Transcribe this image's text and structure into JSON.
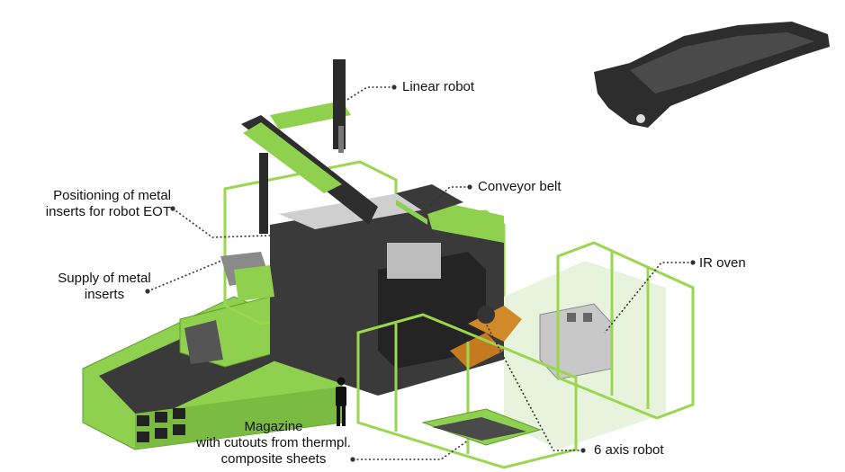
{
  "labels": {
    "linear_robot": "Linear robot",
    "conveyor_belt": "Conveyor belt",
    "positioning": [
      "Positioning of metal",
      "inserts for robot EOT"
    ],
    "supply": [
      "Supply of metal",
      "inserts"
    ],
    "ir_oven": "IR oven",
    "magazine": [
      "Magazine",
      "with cutouts from thermpl.",
      "composite sheets"
    ],
    "six_axis_robot": "6 axis robot"
  },
  "colors": {
    "machine_green": "#8fd14f",
    "machine_dark": "#2b2b2b",
    "guard_green": "#9ad64e",
    "leader": "#333333"
  }
}
